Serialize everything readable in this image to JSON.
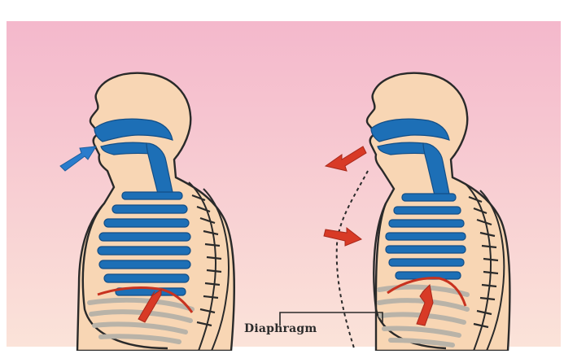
{
  "diagram": {
    "callout_label": "Diaphragm",
    "colors": {
      "background_top": "#f4b8cc",
      "background_bottom": "#fbe3d9",
      "skin": "#f8d6b4",
      "airway": "#1d6fb6",
      "arrow_inhale": "#2a7ccc",
      "arrow_exhale": "#d83a26",
      "outline": "#2a2a2a",
      "rib_light": "#ece8e0"
    },
    "figures": [
      {
        "name": "inhalation",
        "arrow_direction": "in"
      },
      {
        "name": "exhalation",
        "arrow_direction": "out"
      }
    ]
  }
}
